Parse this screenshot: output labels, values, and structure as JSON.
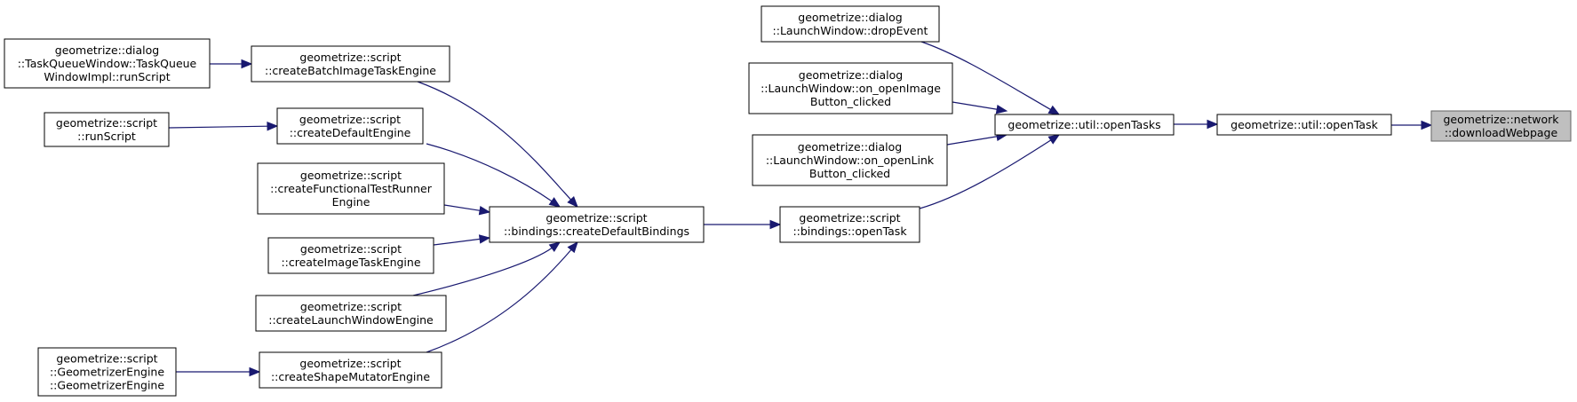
{
  "graph": {
    "edge_color": "#191970",
    "target_fill": "#bfbfbf",
    "nodes": [
      {
        "id": "downloadWebpage",
        "lines": [
          "geometrize::network",
          "::downloadWebpage"
        ],
        "target": true
      },
      {
        "id": "openTask",
        "lines": [
          "geometrize::util::openTask"
        ]
      },
      {
        "id": "openTasks",
        "lines": [
          "geometrize::util::openTasks"
        ]
      },
      {
        "id": "dropEvent",
        "lines": [
          "geometrize::dialog",
          "::LaunchWindow::dropEvent"
        ]
      },
      {
        "id": "openImage",
        "lines": [
          "geometrize::dialog",
          "::LaunchWindow::on_openImage",
          "Button_clicked"
        ]
      },
      {
        "id": "openLink",
        "lines": [
          "geometrize::dialog",
          "::LaunchWindow::on_openLink",
          "Button_clicked"
        ]
      },
      {
        "id": "bindingsOpenTask",
        "lines": [
          "geometrize::script",
          "::bindings::openTask"
        ]
      },
      {
        "id": "createDefaultBindings",
        "lines": [
          "geometrize::script",
          "::bindings::createDefaultBindings"
        ]
      },
      {
        "id": "createBatch",
        "lines": [
          "geometrize::script",
          "::createBatchImageTaskEngine"
        ]
      },
      {
        "id": "createDefaultEngine",
        "lines": [
          "geometrize::script",
          "::createDefaultEngine"
        ]
      },
      {
        "id": "createFunctional",
        "lines": [
          "geometrize::script",
          "::createFunctionalTestRunner",
          "Engine"
        ]
      },
      {
        "id": "createImageTask",
        "lines": [
          "geometrize::script",
          "::createImageTaskEngine"
        ]
      },
      {
        "id": "createLaunchWindow",
        "lines": [
          "geometrize::script",
          "::createLaunchWindowEngine"
        ]
      },
      {
        "id": "createShapeMutator",
        "lines": [
          "geometrize::script",
          "::createShapeMutatorEngine"
        ]
      },
      {
        "id": "taskQueueRun",
        "lines": [
          "geometrize::dialog",
          "::TaskQueueWindow::TaskQueue",
          "WindowImpl::runScript"
        ]
      },
      {
        "id": "runScript",
        "lines": [
          "geometrize::script",
          "::runScript"
        ]
      },
      {
        "id": "geometrizerEngine",
        "lines": [
          "geometrize::script",
          "::GeometrizerEngine",
          "::GeometrizerEngine"
        ]
      }
    ],
    "edges": [
      {
        "from": "openTask",
        "to": "downloadWebpage"
      },
      {
        "from": "openTasks",
        "to": "openTask"
      },
      {
        "from": "dropEvent",
        "to": "openTasks"
      },
      {
        "from": "openImage",
        "to": "openTasks"
      },
      {
        "from": "openLink",
        "to": "openTasks"
      },
      {
        "from": "bindingsOpenTask",
        "to": "openTasks"
      },
      {
        "from": "createDefaultBindings",
        "to": "bindingsOpenTask"
      },
      {
        "from": "createBatch",
        "to": "createDefaultBindings"
      },
      {
        "from": "createDefaultEngine",
        "to": "createDefaultBindings"
      },
      {
        "from": "createFunctional",
        "to": "createDefaultBindings"
      },
      {
        "from": "createImageTask",
        "to": "createDefaultBindings"
      },
      {
        "from": "createLaunchWindow",
        "to": "createDefaultBindings"
      },
      {
        "from": "createShapeMutator",
        "to": "createDefaultBindings"
      },
      {
        "from": "taskQueueRun",
        "to": "createBatch"
      },
      {
        "from": "runScript",
        "to": "createDefaultEngine"
      },
      {
        "from": "geometrizerEngine",
        "to": "createShapeMutator"
      }
    ]
  }
}
